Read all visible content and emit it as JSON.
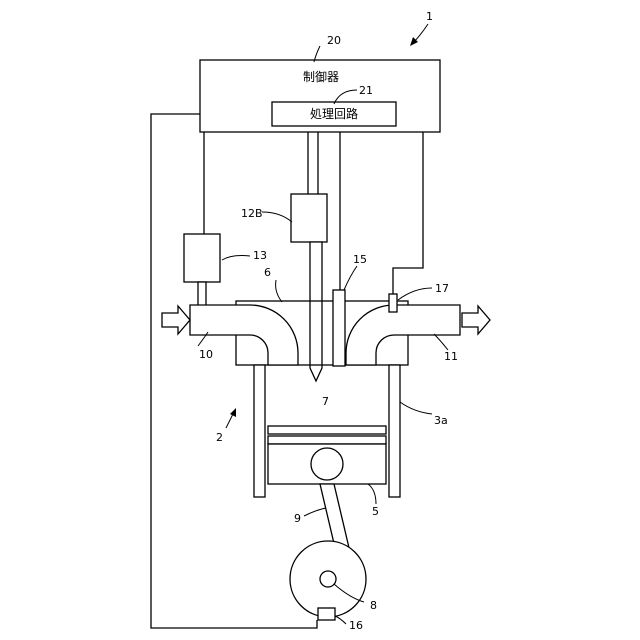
{
  "controller": {
    "label": "制御器",
    "ref": "20",
    "inner_ref": "21"
  },
  "processing_circuit": {
    "label": "処理回路"
  },
  "refs": {
    "system": "1",
    "engine": "2",
    "cylinder": "3a",
    "piston": "5",
    "cylinder_head": "6",
    "combustion_chamber": "7",
    "crankshaft": "8",
    "connecting_rod": "9",
    "intake_port": "10",
    "exhaust_port": "11",
    "injector": "12B",
    "intake_sensor": "13",
    "spark_plug": "15",
    "crank_sensor": "16",
    "exhaust_sensor": "17"
  }
}
